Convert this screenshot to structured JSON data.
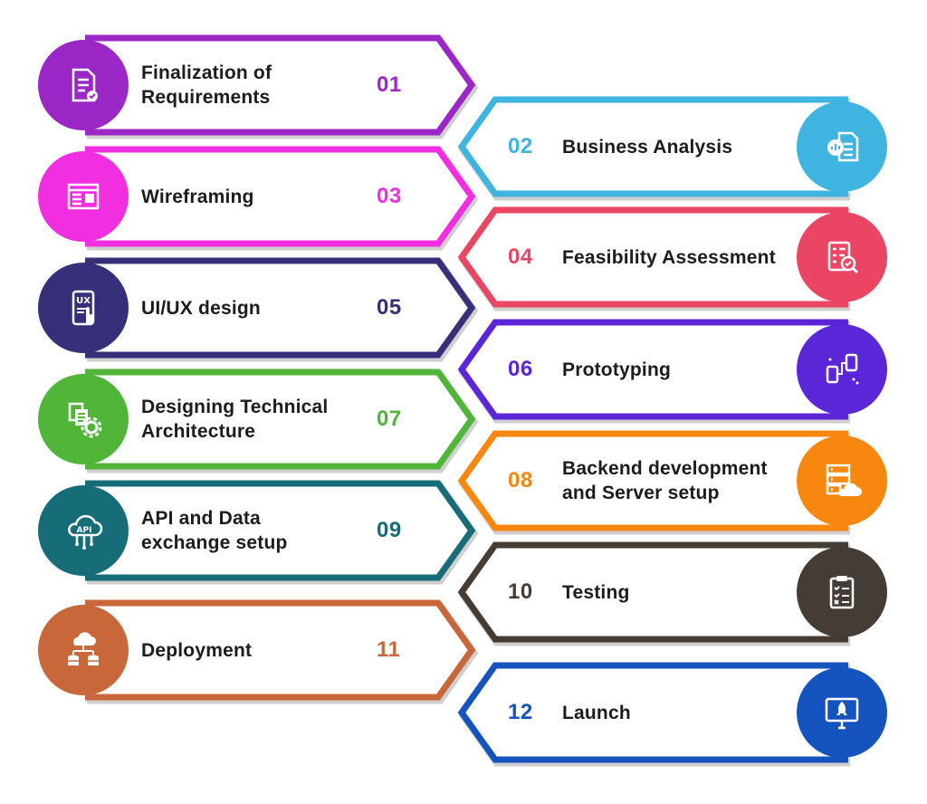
{
  "steps": [
    {
      "id": "finalization-of-requirements",
      "number": "01",
      "label_lines": [
        "Finalization of",
        "Requirements"
      ],
      "color": "#9b27c6",
      "side": "left",
      "icon": "requirements-document-icon"
    },
    {
      "id": "business-analysis",
      "number": "02",
      "label_lines": [
        "Business Analysis"
      ],
      "color": "#3fb4e1",
      "side": "right",
      "icon": "business-analysis-icon"
    },
    {
      "id": "wireframing",
      "number": "03",
      "label_lines": [
        "Wireframing"
      ],
      "color": "#f12ee0",
      "side": "left",
      "icon": "wireframe-icon"
    },
    {
      "id": "feasibility-assessment",
      "number": "04",
      "label_lines": [
        "Feasibility Assessment"
      ],
      "color": "#ea4562",
      "side": "right",
      "icon": "checklist-magnifier-icon"
    },
    {
      "id": "ui-ux-design",
      "number": "05",
      "label_lines": [
        "UI/UX design"
      ],
      "color": "#36307a",
      "side": "left",
      "icon": "ux-touch-icon"
    },
    {
      "id": "prototyping",
      "number": "06",
      "label_lines": [
        "Prototyping"
      ],
      "color": "#5b25d8",
      "side": "right",
      "icon": "prototype-flow-icon"
    },
    {
      "id": "designing-technical-architecture",
      "number": "07",
      "label_lines": [
        "Designing Technical",
        "Architecture"
      ],
      "color": "#51b53a",
      "side": "left",
      "icon": "architecture-gear-icon"
    },
    {
      "id": "backend-development",
      "number": "08",
      "label_lines": [
        "Backend development",
        "and Server setup"
      ],
      "color": "#f7870f",
      "side": "right",
      "icon": "server-cloud-icon"
    },
    {
      "id": "api-and-data-exchange",
      "number": "09",
      "label_lines": [
        "API and Data",
        "exchange setup"
      ],
      "color": "#166c77",
      "side": "left",
      "icon": "api-cloud-icon"
    },
    {
      "id": "testing",
      "number": "10",
      "label_lines": [
        "Testing"
      ],
      "color": "#463c36",
      "side": "right",
      "icon": "test-clipboard-icon"
    },
    {
      "id": "deployment",
      "number": "11",
      "label_lines": [
        "Deployment"
      ],
      "color": "#c8683a",
      "side": "left",
      "icon": "deployment-cloud-database-icon"
    },
    {
      "id": "launch",
      "number": "12",
      "label_lines": [
        "Launch"
      ],
      "color": "#1554bf",
      "side": "right",
      "icon": "rocket-monitor-icon"
    }
  ]
}
